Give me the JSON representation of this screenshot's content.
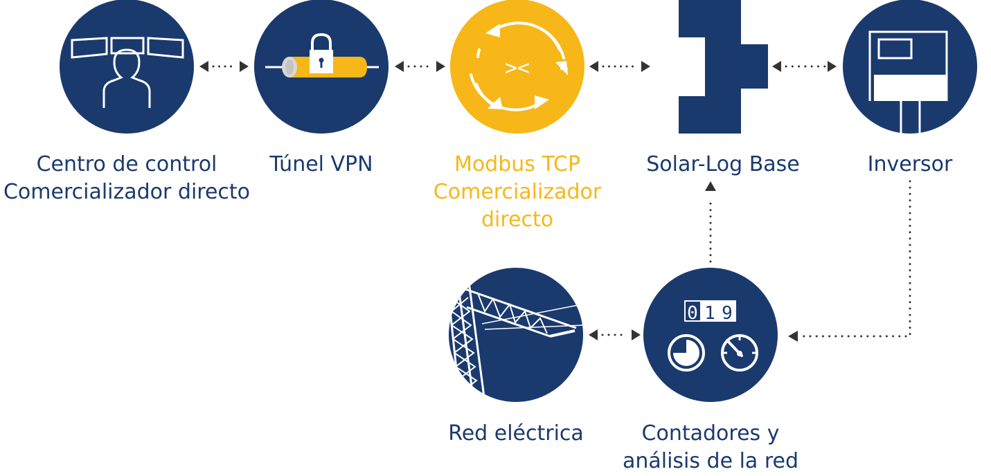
{
  "colors": {
    "navy": "#1a3a6e",
    "gold": "#f7b718",
    "connector": "#333333",
    "white": "#ffffff"
  },
  "nodes": {
    "control_center": {
      "icon": "operator-monitors-icon",
      "label_line1": "Centro de control",
      "label_line2": "Comercializador directo"
    },
    "vpn_tunnel": {
      "icon": "padlock-tunnel-icon",
      "label_line1": "Túnel VPN"
    },
    "modbus": {
      "icon": "sync-arrows-icon",
      "label_line1": "Modbus TCP",
      "label_line2": "Comercializador",
      "label_line3": "directo",
      "glyph": "><"
    },
    "solar_log": {
      "icon": "solar-log-device-icon",
      "label_line1": "Solar-Log Base"
    },
    "inverter": {
      "icon": "inverter-icon",
      "label_line1": "Inversor"
    },
    "grid": {
      "icon": "power-pylon-icon",
      "label_line1": "Red eléctrica"
    },
    "meters": {
      "icon": "meter-dials-icon",
      "label_line1": "Contadores y",
      "label_line2": "análisis de la red",
      "counter_digits": [
        "0",
        "1",
        "9"
      ]
    }
  },
  "connections": [
    {
      "from": "control_center",
      "to": "vpn_tunnel",
      "style": "bidirectional-dotted"
    },
    {
      "from": "vpn_tunnel",
      "to": "modbus",
      "style": "bidirectional-dotted"
    },
    {
      "from": "modbus",
      "to": "solar_log",
      "style": "bidirectional-dotted"
    },
    {
      "from": "solar_log",
      "to": "inverter",
      "style": "bidirectional-dotted"
    },
    {
      "from": "inverter",
      "to": "meters",
      "style": "dotted-arrow"
    },
    {
      "from": "meters",
      "to": "solar_log",
      "style": "dotted-arrow"
    },
    {
      "from": "grid",
      "to": "meters",
      "style": "bidirectional-dotted"
    }
  ]
}
